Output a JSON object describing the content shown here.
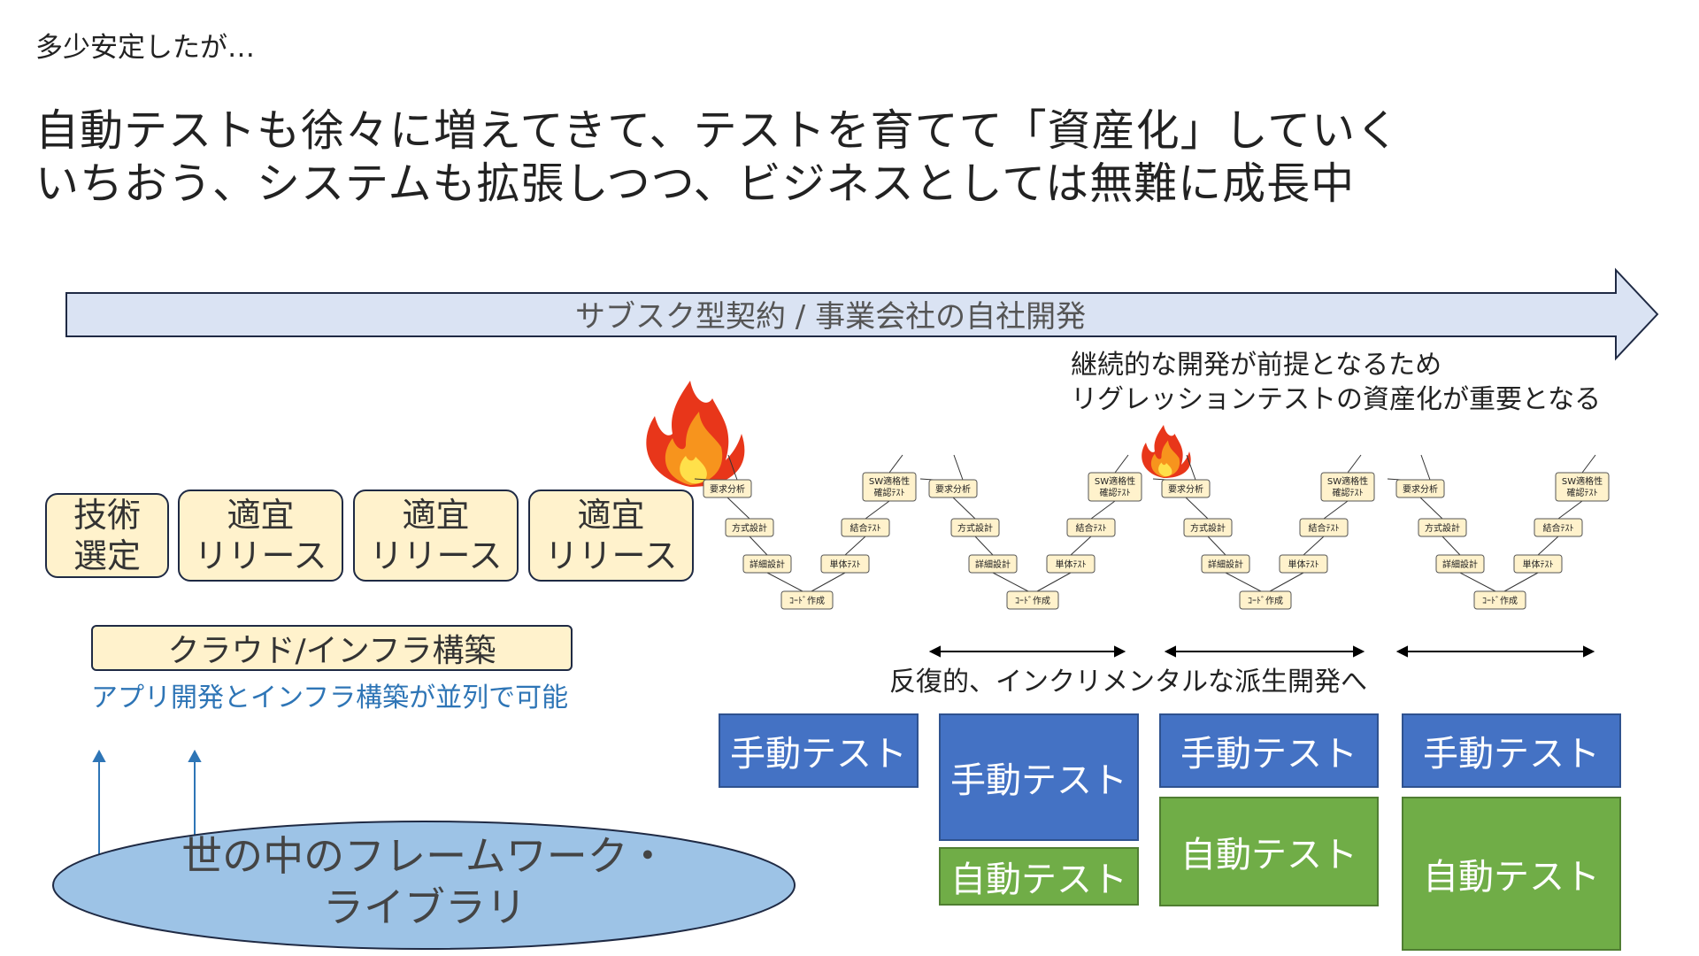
{
  "subtitle": "多少安定したが…",
  "headline": {
    "line1": "自動テストも徐々に増えてきて、テストを育てて「資産化」していく",
    "line2": "いちおう、システムも拡張しつつ、ビジネスとしては無難に成長中"
  },
  "arrow_label": "サブスク型契約 / 事業会社の自社開発",
  "continuous_note": {
    "line1": "継続的な開発が前提となるため",
    "line2": "リグレッションテストの資産化が重要となる"
  },
  "phases": [
    {
      "line1": "技術",
      "line2": "選定"
    },
    {
      "line1": "適宜",
      "line2": "リリース"
    },
    {
      "line1": "適宜",
      "line2": "リリース"
    },
    {
      "line1": "適宜",
      "line2": "リリース"
    }
  ],
  "cloud_build": "クラウド/インフラ構築",
  "parallel_note": "アプリ開発とインフラ構築が並列で可能",
  "library": {
    "line1": "世の中のフレームワーク・",
    "line2": "ライブラリ"
  },
  "iterative_note": "反復的、インクリメンタルな派生開発へ",
  "vmodel_labels": {
    "req": "要求分析",
    "arch": "方式設計",
    "detail": "詳細設計",
    "code": "ｺｰﾄﾞ作成",
    "unit": "単体ﾃｽﾄ",
    "integ": "結合ﾃｽﾄ",
    "sw1": "SW適格性",
    "sw2": "確認ﾃｽﾄ"
  },
  "test_blocks": {
    "manual": "手動テスト",
    "auto": "自動テスト"
  },
  "colors": {
    "arrow_fill": "#dae3f3",
    "phase_fill": "#fff2cc",
    "manual": "#4472c4",
    "auto": "#70ad47",
    "ellipse": "#9dc3e6",
    "note_blue": "#2e75b6"
  }
}
